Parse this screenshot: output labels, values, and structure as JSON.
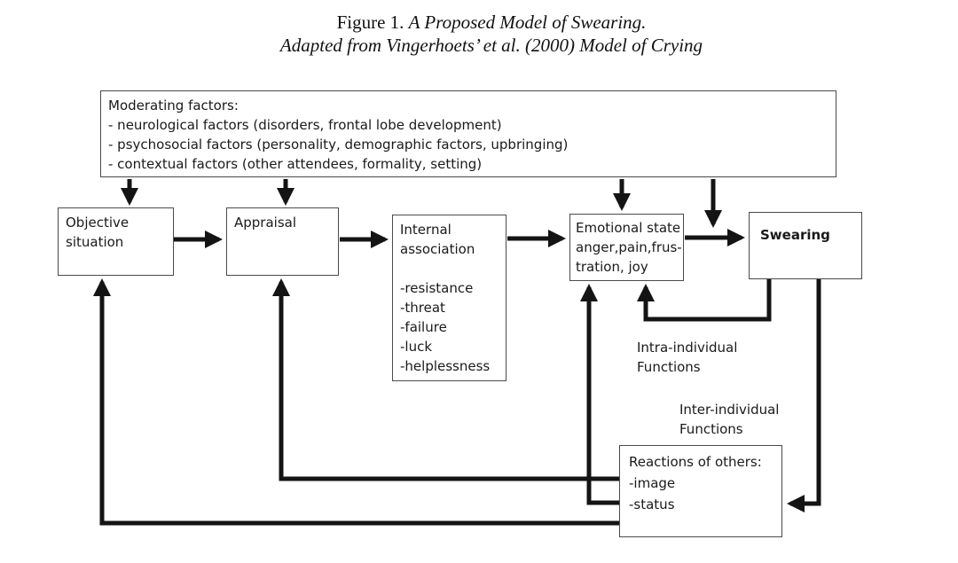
{
  "title": {
    "line1_normal": "Figure 1. ",
    "line1_italic": "A Proposed Model of Swearing.",
    "line2_italic": "Adapted from Vingerhoets’ et al. (2000) Model of Crying"
  },
  "boxes": {
    "moderating": {
      "lines": [
        "Moderating factors:",
        "- neurological factors (disorders, frontal lobe development)",
        "- psychosocial factors (personality, demographic factors, upbringing)",
        "- contextual factors (other attendees, formality, setting)"
      ]
    },
    "objective": {
      "lines": [
        "Objective",
        "situation"
      ]
    },
    "appraisal": {
      "lines": [
        "Appraisal"
      ]
    },
    "internal": {
      "lines": [
        "Internal",
        "association",
        "",
        "-resistance",
        "-threat",
        "-failure",
        "-luck",
        "-helplessness"
      ]
    },
    "emotional": {
      "lines": [
        "Emotional state",
        "anger,pain,frus-",
        "tration, joy"
      ]
    },
    "swearing": {
      "lines": [
        "Swearing"
      ]
    },
    "reactions": {
      "lines": [
        "Reactions of others:",
        "-image",
        "-status"
      ]
    }
  },
  "labels": {
    "intra": {
      "lines": [
        "Intra-individual",
        "Functions"
      ]
    },
    "inter": {
      "lines": [
        "Inter-individual",
        "Functions"
      ]
    }
  },
  "colors": {
    "arrow": "#141414",
    "border": "#4a4a4a",
    "text": "#1a1a1a"
  }
}
